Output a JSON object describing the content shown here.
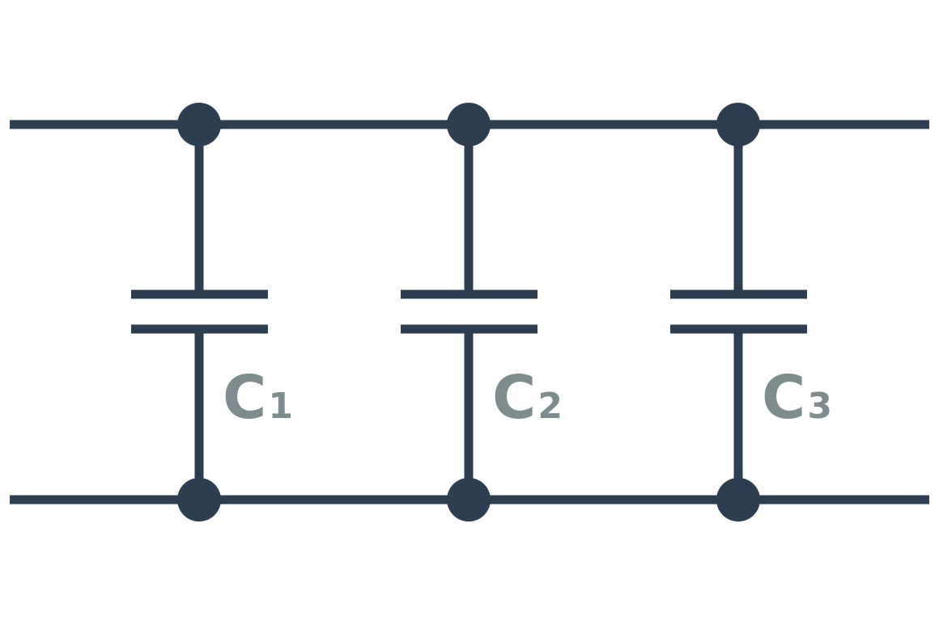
{
  "diagram": {
    "colors": {
      "wire": "#2c3e50",
      "label": "#7f8c8d",
      "background": "#ffffff"
    },
    "capacitors": [
      {
        "letter": "C",
        "subscript": "1"
      },
      {
        "letter": "C",
        "subscript": "2"
      },
      {
        "letter": "C",
        "subscript": "3"
      }
    ]
  }
}
